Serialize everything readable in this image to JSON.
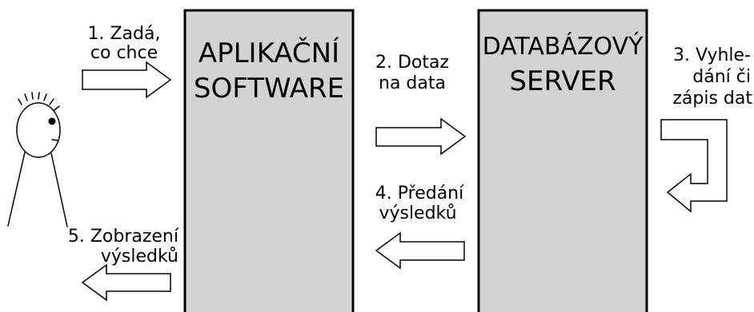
{
  "colors": {
    "box_fill": "#d3d3d3",
    "stroke": "#000000",
    "background": "#ffffff"
  },
  "person": {
    "icon": "stick-figure-icon"
  },
  "boxes": {
    "application": {
      "line1": "APLIKAČNÍ",
      "line2": "SOFTWARE"
    },
    "database": {
      "line1": "DATABÁZOVÝ",
      "line2": "SERVER"
    }
  },
  "steps": {
    "step1": {
      "line1": "1. Zadá,",
      "line2": "co chce",
      "icon": "arrow-right-icon"
    },
    "step2": {
      "line1": "2. Dotaz",
      "line2": "na data",
      "icon": "arrow-right-icon"
    },
    "step3": {
      "line1": "3. Vyhle-",
      "line2": "dání či",
      "line3": "zápis dat",
      "icon": "arrow-loop-back-icon"
    },
    "step4": {
      "line1": "4. Předání",
      "line2": "výsledků",
      "icon": "arrow-left-icon"
    },
    "step5": {
      "line1": "5. Zobrazení",
      "line2": "výsledků",
      "icon": "arrow-left-icon"
    }
  }
}
